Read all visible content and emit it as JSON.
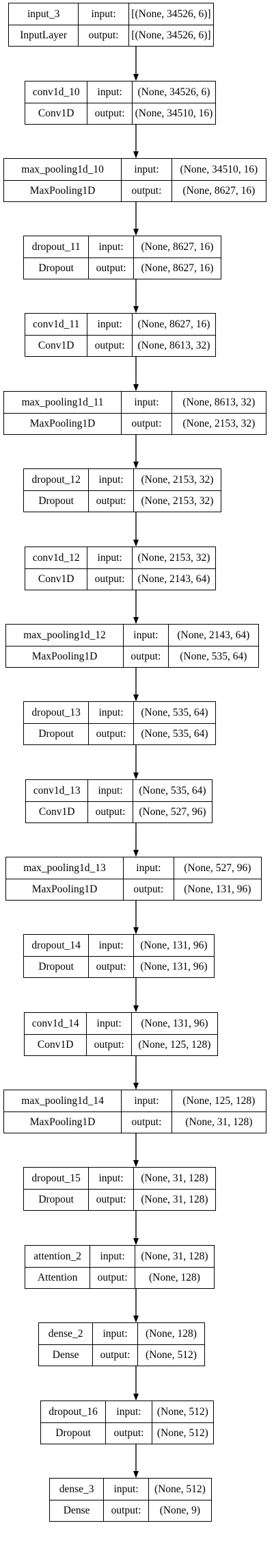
{
  "layers": [
    {
      "name": "input_3",
      "type": "InputLayer",
      "input": "[(None, 34526, 6)]",
      "output": "[(None, 34526, 6)]"
    },
    {
      "name": "conv1d_10",
      "type": "Conv1D",
      "input": "(None, 34526, 6)",
      "output": "(None, 34510, 16)"
    },
    {
      "name": "max_pooling1d_10",
      "type": "MaxPooling1D",
      "input": "(None, 34510, 16)",
      "output": "(None, 8627, 16)"
    },
    {
      "name": "dropout_11",
      "type": "Dropout",
      "input": "(None, 8627, 16)",
      "output": "(None, 8627, 16)"
    },
    {
      "name": "conv1d_11",
      "type": "Conv1D",
      "input": "(None, 8627, 16)",
      "output": "(None, 8613, 32)"
    },
    {
      "name": "max_pooling1d_11",
      "type": "MaxPooling1D",
      "input": "(None, 8613, 32)",
      "output": "(None, 2153, 32)"
    },
    {
      "name": "dropout_12",
      "type": "Dropout",
      "input": "(None, 2153, 32)",
      "output": "(None, 2153, 32)"
    },
    {
      "name": "conv1d_12",
      "type": "Conv1D",
      "input": "(None, 2153, 32)",
      "output": "(None, 2143, 64)"
    },
    {
      "name": "max_pooling1d_12",
      "type": "MaxPooling1D",
      "input": "(None, 2143, 64)",
      "output": "(None, 535, 64)"
    },
    {
      "name": "dropout_13",
      "type": "Dropout",
      "input": "(None, 535, 64)",
      "output": "(None, 535, 64)"
    },
    {
      "name": "conv1d_13",
      "type": "Conv1D",
      "input": "(None, 535, 64)",
      "output": "(None, 527, 96)"
    },
    {
      "name": "max_pooling1d_13",
      "type": "MaxPooling1D",
      "input": "(None, 527, 96)",
      "output": "(None, 131, 96)"
    },
    {
      "name": "dropout_14",
      "type": "Dropout",
      "input": "(None, 131, 96)",
      "output": "(None, 131, 96)"
    },
    {
      "name": "conv1d_14",
      "type": "Conv1D",
      "input": "(None, 131, 96)",
      "output": "(None, 125, 128)"
    },
    {
      "name": "max_pooling1d_14",
      "type": "MaxPooling1D",
      "input": "(None, 125, 128)",
      "output": "(None, 31, 128)"
    },
    {
      "name": "dropout_15",
      "type": "Dropout",
      "input": "(None, 31, 128)",
      "output": "(None, 31, 128)"
    },
    {
      "name": "attention_2",
      "type": "Attention",
      "input": "(None, 31, 128)",
      "output": "(None, 128)"
    },
    {
      "name": "dense_2",
      "type": "Dense",
      "input": "(None, 128)",
      "output": "(None, 512)"
    },
    {
      "name": "dropout_16",
      "type": "Dropout",
      "input": "(None, 512)",
      "output": "(None, 512)"
    },
    {
      "name": "dense_3",
      "type": "Dense",
      "input": "(None, 512)",
      "output": "(None, 9)"
    }
  ],
  "port_labels": {
    "input": "input:",
    "output": "output:"
  }
}
